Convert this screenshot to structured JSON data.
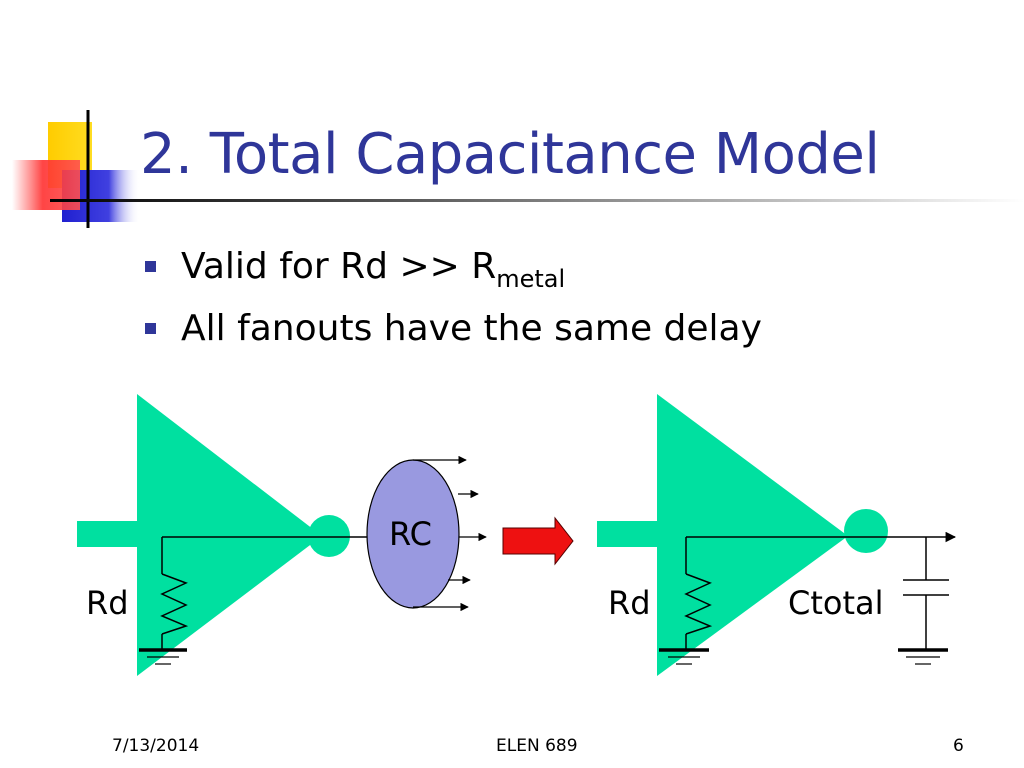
{
  "slide": {
    "title": "2. Total Capacitance Model",
    "bullets": [
      {
        "text": "Valid for Rd >> R",
        "subscript": "metal"
      },
      {
        "text": "All fanouts have the same delay",
        "subscript": ""
      }
    ]
  },
  "diagram": {
    "left_resistor_label": "Rd",
    "rc_label": "RC",
    "right_resistor_label": "Rd",
    "capacitor_label": "Ctotal",
    "colors": {
      "buffer": "#00e0a0",
      "rc_ellipse": "#9999e0",
      "arrow": "#ee1111",
      "title": "#2f3699"
    }
  },
  "footer": {
    "date": "7/13/2014",
    "course": "ELEN 689",
    "page_number": "6"
  }
}
